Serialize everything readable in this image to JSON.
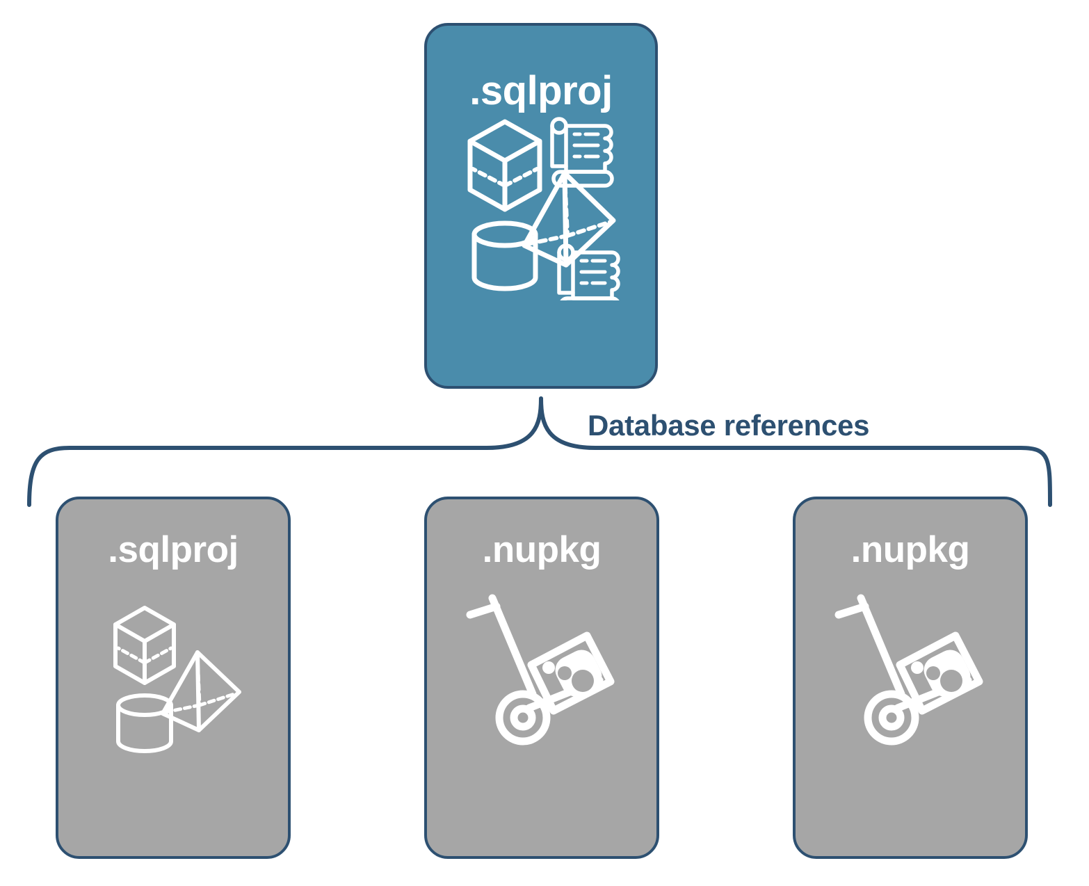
{
  "diagram": {
    "title": "SQL project database references diagram",
    "connector_label": "Database references",
    "colors": {
      "accent_blue": "#4a8cab",
      "border_navy": "#2d5071",
      "gray_card": "#a6a6a6",
      "icon_white": "#ffffff",
      "label_text": "#2d5071",
      "background": "#ffffff"
    }
  },
  "root_node": {
    "label": ".sqlproj",
    "fill": "#4a8cab",
    "icons": [
      "cube-wireframe-icon",
      "pyramid-wireframe-icon",
      "cylinder-wireframe-icon",
      "script-scroll-icon",
      "script-scroll-icon"
    ]
  },
  "reference_nodes": [
    {
      "label": ".sqlproj",
      "fill": "#a6a6a6",
      "icons": [
        "cube-wireframe-icon",
        "pyramid-wireframe-icon",
        "cylinder-wireframe-icon"
      ]
    },
    {
      "label": ".nupkg",
      "fill": "#a6a6a6",
      "icons": [
        "nuget-hand-truck-icon"
      ]
    },
    {
      "label": ".nupkg",
      "fill": "#a6a6a6",
      "icons": [
        "nuget-hand-truck-icon"
      ]
    }
  ]
}
